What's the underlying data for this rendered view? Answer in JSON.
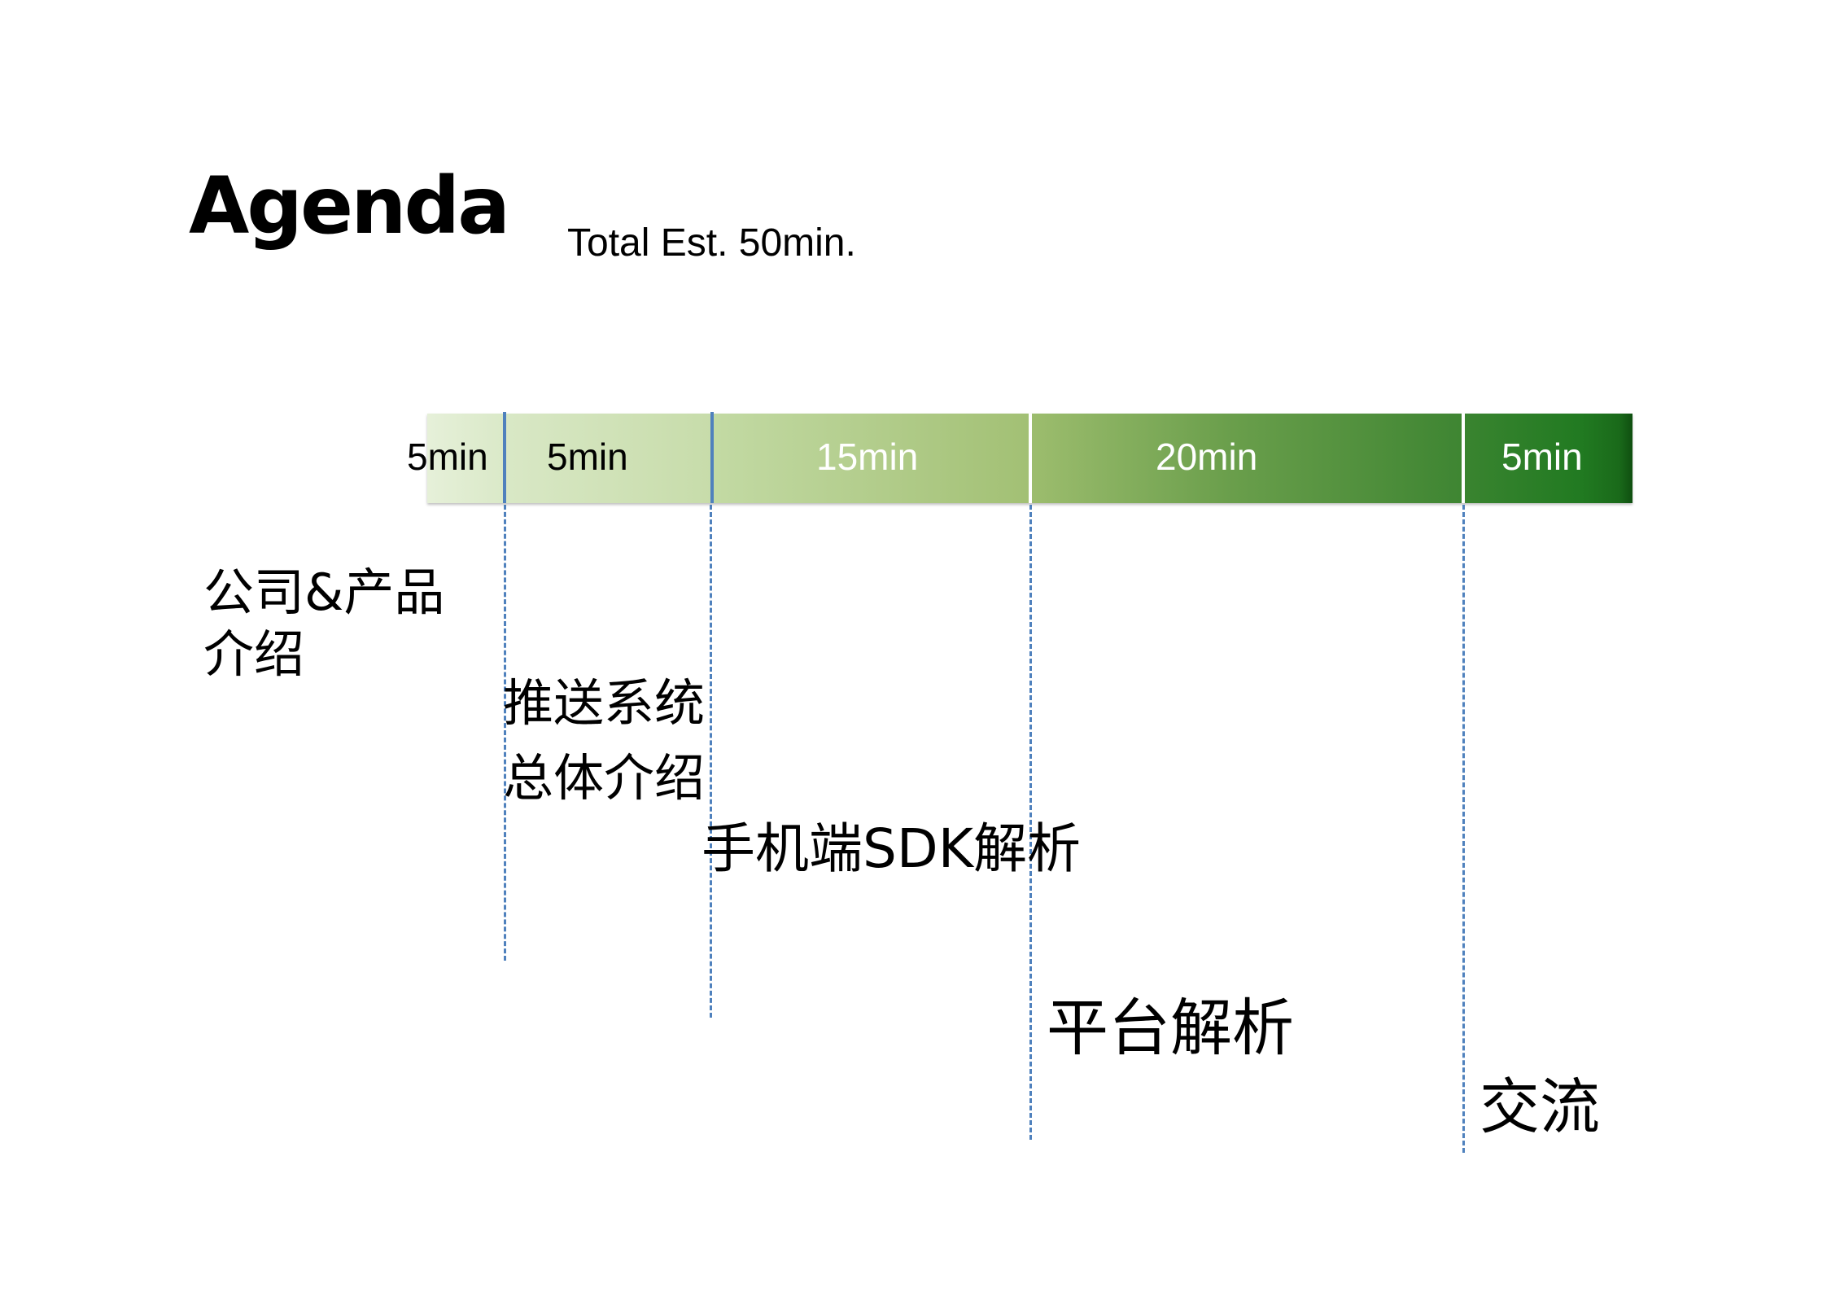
{
  "slide": {
    "title": "Agenda",
    "total_estimate": "Total Est. 50min."
  },
  "timeline": {
    "segments": [
      {
        "duration": "5min",
        "minutes": 5,
        "label_color": "#000000"
      },
      {
        "duration": "5min",
        "minutes": 5,
        "label_color": "#000000"
      },
      {
        "duration": "15min",
        "minutes": 15,
        "label_color": "#ffffff"
      },
      {
        "duration": "20min",
        "minutes": 20,
        "label_color": "#ffffff"
      },
      {
        "duration": "5min",
        "minutes": 5,
        "label_color": "#ffffff"
      }
    ],
    "gradient": {
      "start": "#e4efd6",
      "mid": "#a9c47e",
      "end": "#1b6e1b"
    },
    "divider_color": "#4f81bd"
  },
  "topics": [
    {
      "line1": "公司&产品",
      "line2": "介绍"
    },
    {
      "line1": "推送系统",
      "line2": "总体介绍"
    },
    {
      "line1": "手机端SDK解析"
    },
    {
      "line1": "平台解析"
    },
    {
      "line1": "交流"
    }
  ]
}
